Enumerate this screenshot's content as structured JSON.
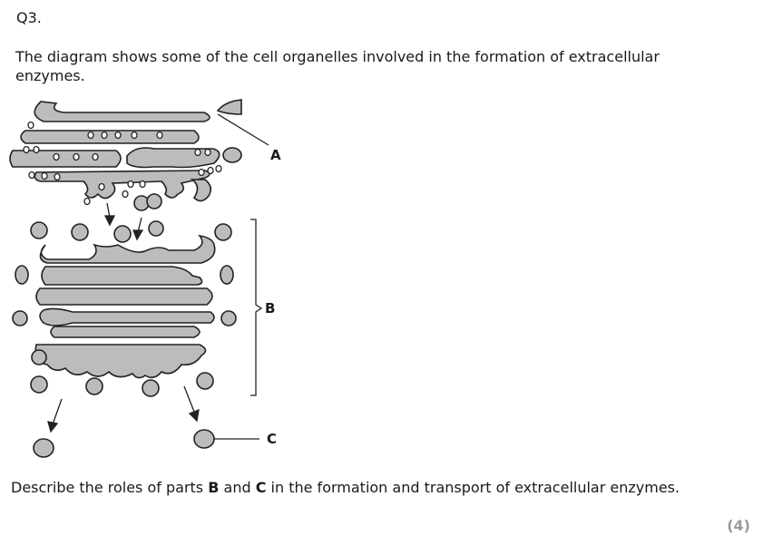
{
  "question": {
    "number": "Q3.",
    "intro": "The diagram shows some of the cell organelles involved in the formation of extracellular enzymes.",
    "prompt_prefix": "Describe the roles of parts ",
    "part_b": "B",
    "and_word": " and ",
    "part_c": "C",
    "prompt_suffix": " in the formation and transport of extracellular enzymes.",
    "marks": "(4)"
  },
  "diagram": {
    "labels": {
      "a": "A",
      "b": "B",
      "c": "C"
    }
  }
}
